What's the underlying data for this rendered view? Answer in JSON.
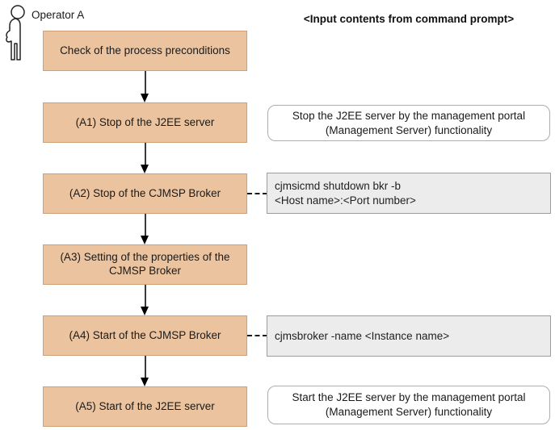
{
  "header": {
    "operator_label": "Operator A",
    "right_heading": "<Input contents from command prompt>"
  },
  "steps": [
    {
      "id": "precheck",
      "label": "Check of the process preconditions"
    },
    {
      "id": "a1",
      "label": "(A1) Stop of the J2EE server"
    },
    {
      "id": "a2",
      "label": "(A2) Stop of the CJMSP Broker"
    },
    {
      "id": "a3",
      "label": "(A3) Setting of the properties of the CJMSP Broker"
    },
    {
      "id": "a4",
      "label": "(A4) Start of the CJMSP Broker"
    },
    {
      "id": "a5",
      "label": "(A5) Start of the J2EE server"
    }
  ],
  "annotations": {
    "a1_note": "Stop the J2EE server by the management portal (Management Server) functionality",
    "a2_command_line1": "cjmsicmd shutdown bkr -b",
    "a2_command_line2": "<Host name>:<Port number>",
    "a4_command": "cjmsbroker -name <Instance name>",
    "a5_note": "Start the J2EE server by the management portal (Management Server) functionality"
  },
  "colors": {
    "step_fill": "#EBC49F",
    "step_border": "#CFA077",
    "command_fill": "#ECECEC",
    "command_border": "#9C9C9C",
    "note_border": "#ADADAD",
    "arrow": "#000000"
  }
}
